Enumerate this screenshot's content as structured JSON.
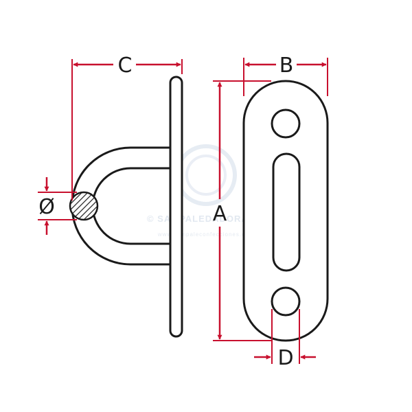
{
  "labels": {
    "A": "A",
    "B": "B",
    "C": "C",
    "D": "D",
    "diameter": "Ø"
  },
  "watermark": {
    "line1": "© SAMPALEDADORA EU",
    "line2": "www.sampaleconfecciones.com"
  },
  "colors": {
    "outline": "#1a1a1a",
    "dimension": "#c8102e",
    "hatch": "#1a1a1a",
    "watermark": "#dfe6ef"
  }
}
